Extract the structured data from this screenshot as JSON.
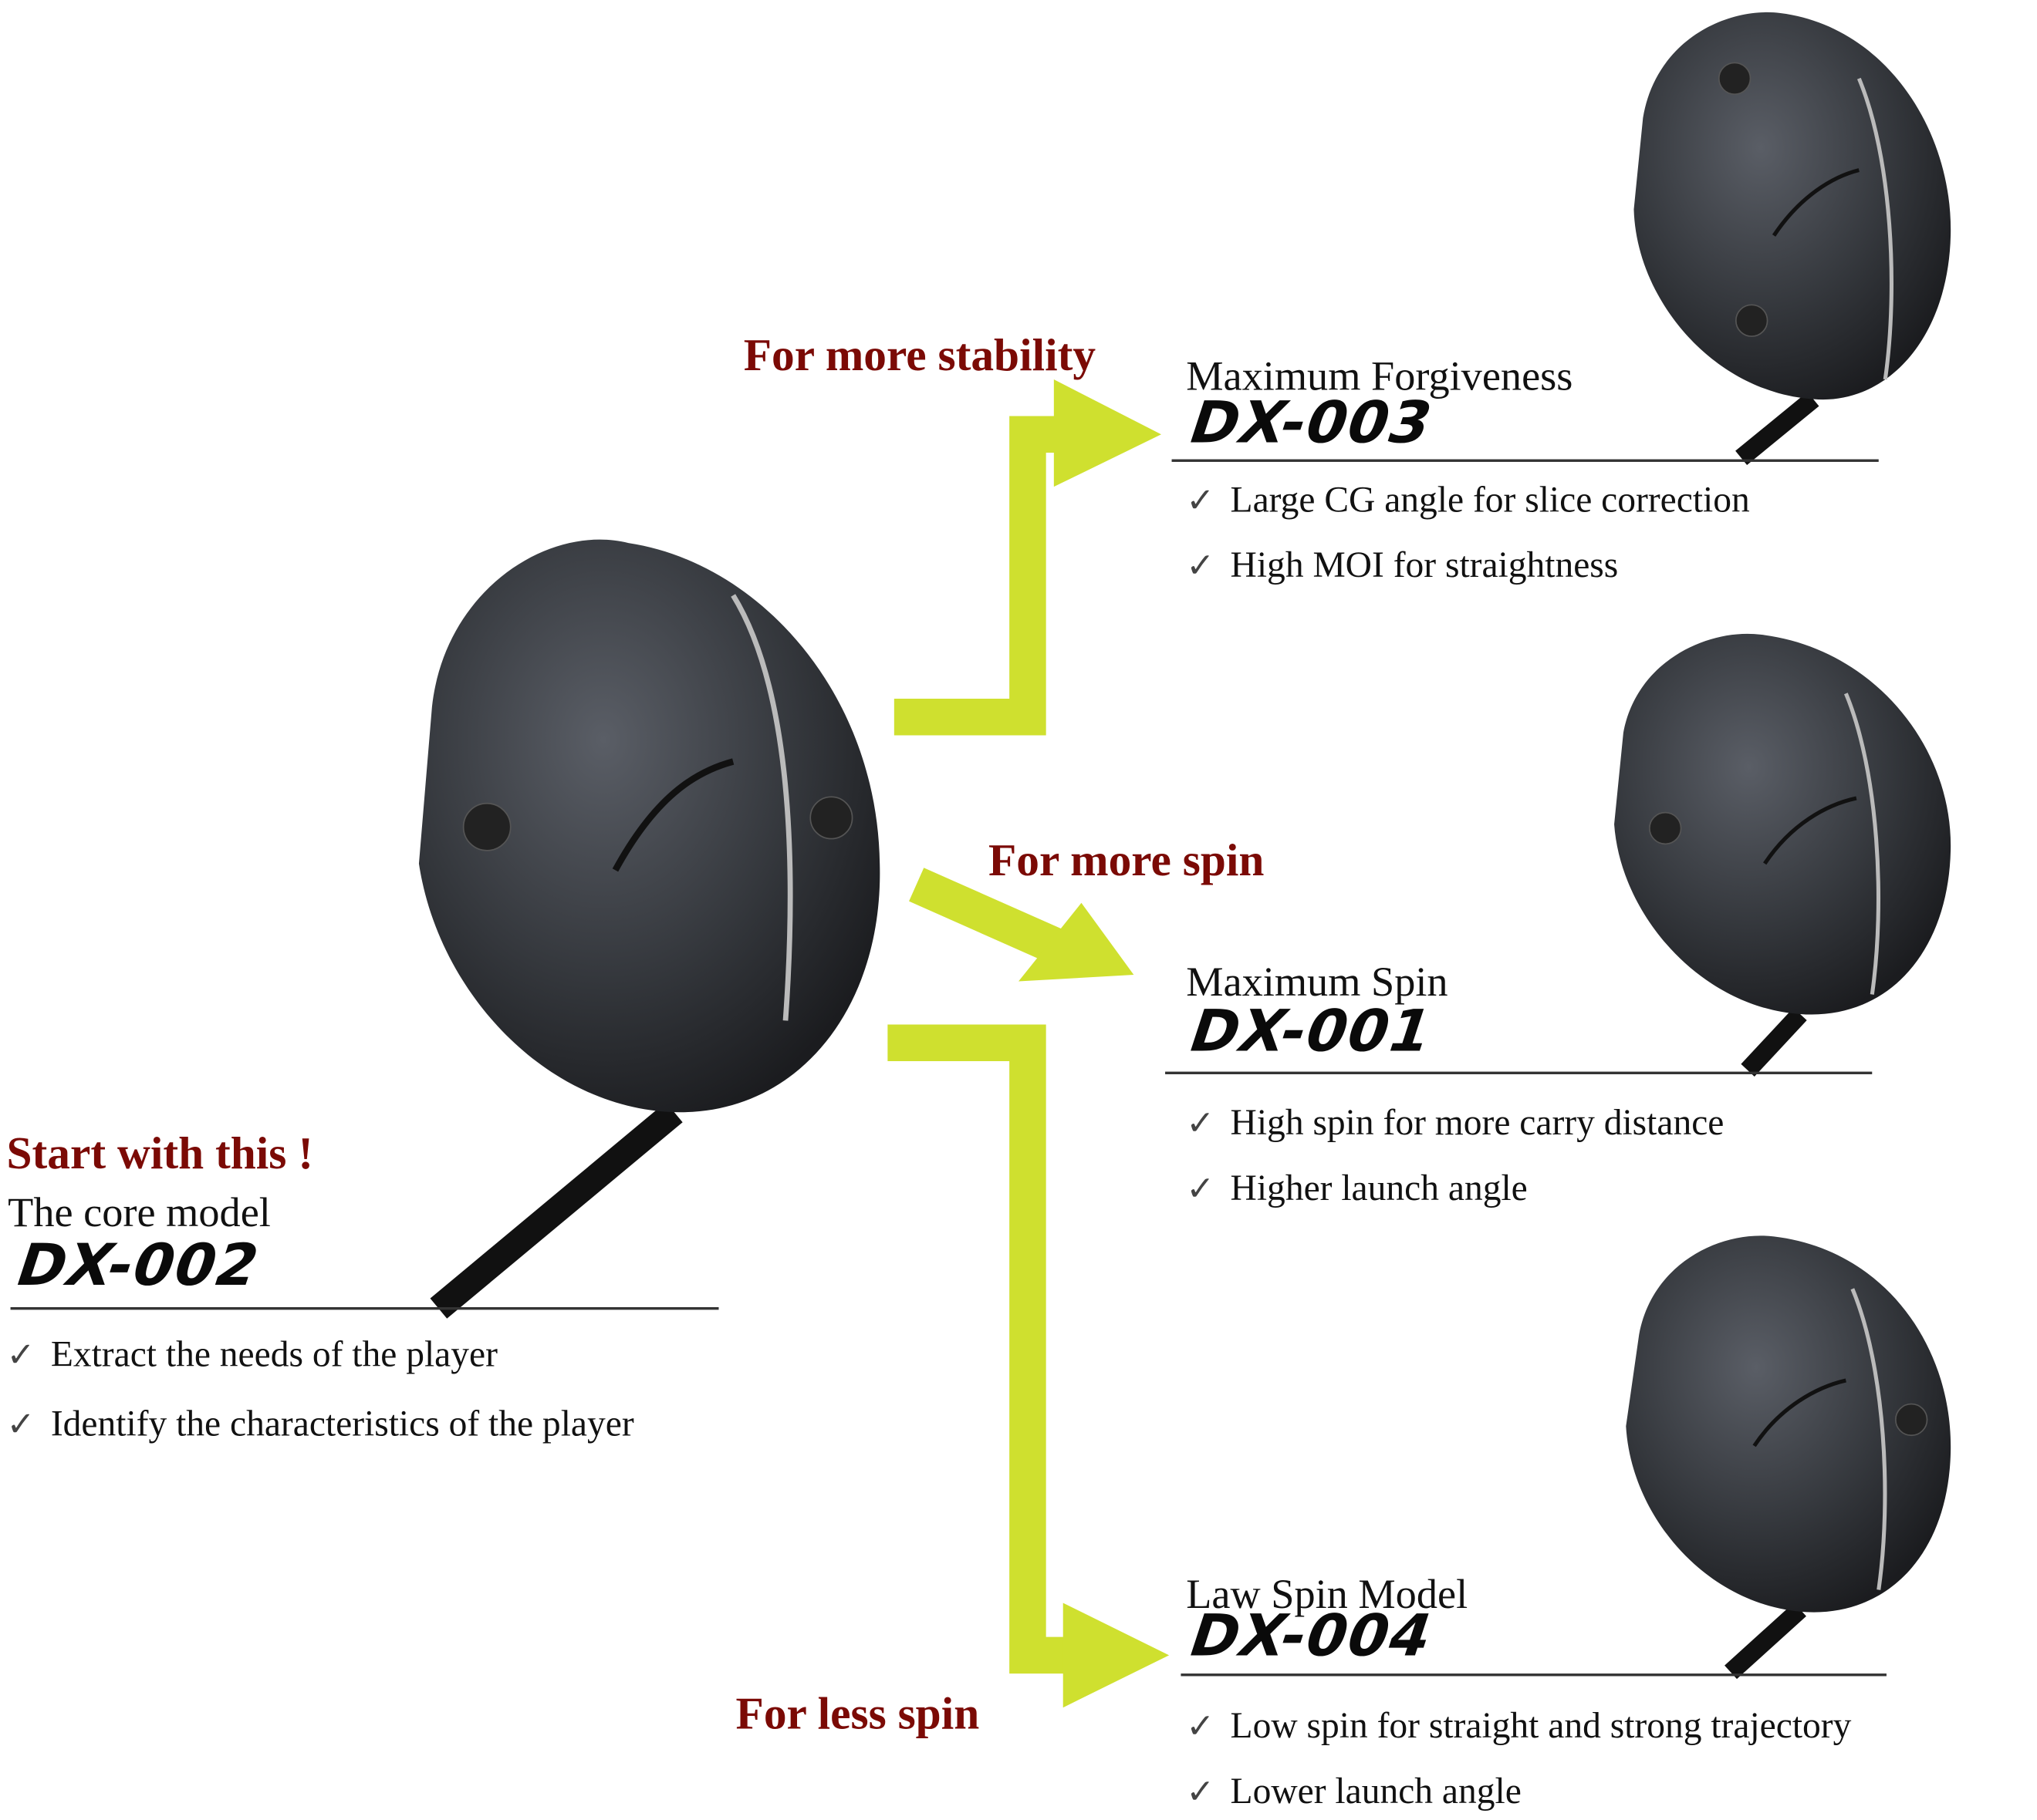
{
  "colors": {
    "accent_red": "#7b0a05",
    "arrow": "#cfe02f",
    "club": "#2c2e32"
  },
  "start": {
    "heading": "Start with this !",
    "subtitle": "The core model",
    "logo": "DX-002",
    "bullets": [
      "Extract the needs of the player",
      "Identify the characteristics of the player"
    ]
  },
  "paths": [
    {
      "label": "For more stability",
      "subtitle": "Maximum Forgiveness",
      "logo": "DX-003",
      "bullets": [
        "Large CG angle for slice correction",
        "High MOI for straightness"
      ]
    },
    {
      "label": "For more spin",
      "subtitle": "Maximum Spin",
      "logo": "DX-001",
      "bullets": [
        "High spin for more carry distance",
        "Higher launch angle"
      ]
    },
    {
      "label": "For less spin",
      "subtitle": "Law Spin Model",
      "logo": "DX-004",
      "bullets": [
        "Low spin for straight and strong trajectory",
        "Lower launch angle"
      ]
    }
  ],
  "check_icon": "✓"
}
